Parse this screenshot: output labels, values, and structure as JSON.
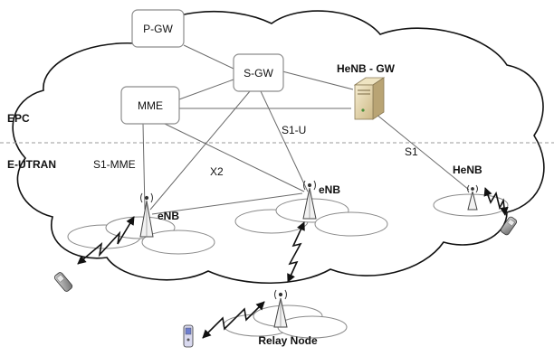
{
  "domains": {
    "epc": "EPC",
    "eutran": "E-UTRAN"
  },
  "nodes": {
    "pgw": "P-GW",
    "sgw": "S-GW",
    "mme": "MME",
    "henb_gw": "HeNB - GW",
    "enb_left": "eNB",
    "enb_center": "eNB",
    "henb": "HeNB",
    "relay": "Relay Node"
  },
  "interfaces": {
    "s1u": "S1-U",
    "s1mme": "S1-MME",
    "x2": "X2",
    "s1": "S1"
  },
  "colors": {
    "line": "#6b6b6b",
    "box_border": "#8c8c8c",
    "cloud": "#111111",
    "divider": "#9a9a9a",
    "server": "#e9dcb8"
  }
}
